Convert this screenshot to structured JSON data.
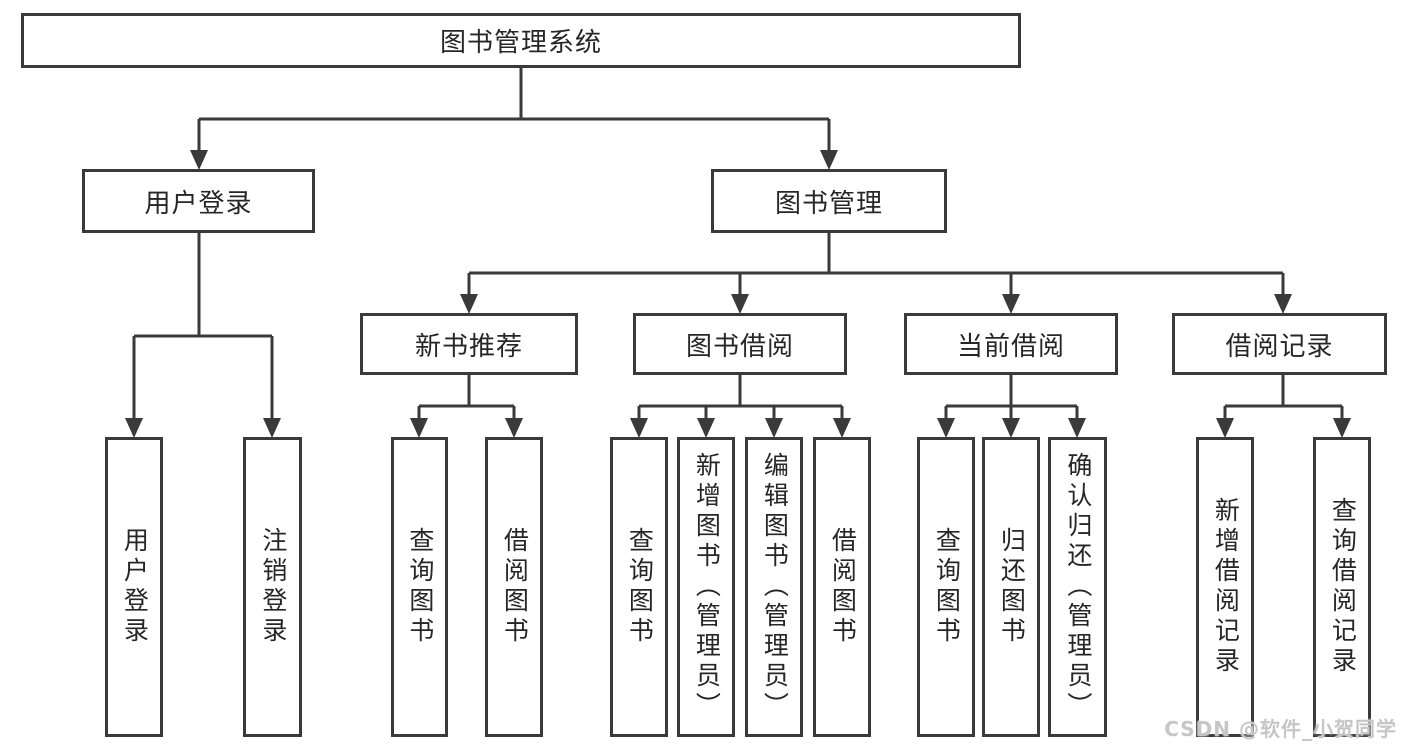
{
  "diagram": {
    "root": "图书管理系统",
    "login_branch": {
      "label": "用户登录",
      "children": [
        "用户登录",
        "注销登录"
      ]
    },
    "mgmt_branch": {
      "label": "图书管理",
      "sections": [
        {
          "label": "新书推荐",
          "children": [
            "查询图书",
            "借阅图书"
          ]
        },
        {
          "label": "图书借阅",
          "children": [
            "查询图书",
            "新增图书（管理员）",
            "编辑图书（管理员）",
            "借阅图书"
          ]
        },
        {
          "label": "当前借阅",
          "children": [
            "查询图书",
            "归还图书",
            "确认归还（管理员）"
          ]
        },
        {
          "label": "借阅记录",
          "children": [
            "新增借阅记录",
            "查询借阅记录"
          ]
        }
      ]
    }
  },
  "watermark": "CSDN @软件_小贺同学",
  "colors": {
    "line": "#3a3a3a",
    "text": "#262626",
    "watermark": "#c6c6c6",
    "background": "#ffffff"
  }
}
